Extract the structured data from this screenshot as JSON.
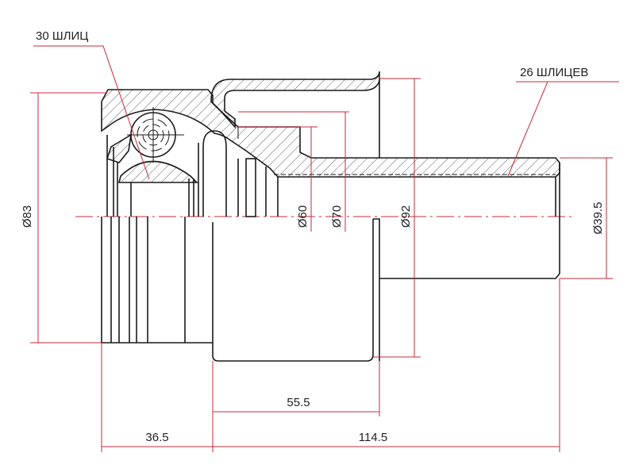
{
  "callouts": {
    "inner_splines": "30 ШЛИЦ",
    "outer_splines": "26 ШЛИЦЕВ"
  },
  "dimensions": {
    "housing_diameter": "Ø83",
    "d60": "Ø60",
    "d70": "Ø70",
    "flange_diameter": "Ø92",
    "shaft_diameter": "Ø39.5",
    "flange_length": "55.5",
    "housing_length": "36.5",
    "shaft_length": "114.5"
  },
  "colors": {
    "dimension": "#c8283a",
    "outline": "#1a1a1a"
  }
}
